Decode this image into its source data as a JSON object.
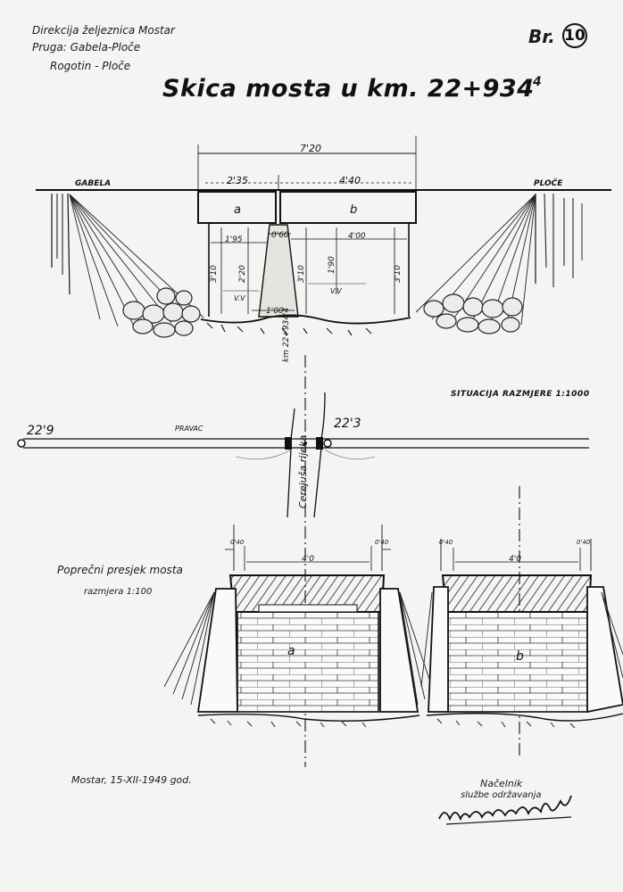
{
  "header": {
    "line1": "Direkcija željeznica Mostar",
    "line2": "Pruga: Gabela-Ploče",
    "line3": "Rogotin - Ploče"
  },
  "number": {
    "prefix": "Br.",
    "value": "10"
  },
  "title": "Skica mosta u km. 22+934",
  "title_suffix": "4",
  "elevation": {
    "left_label": "GABELA",
    "right_label": "PLOČE",
    "dim_total": "7'20",
    "dim_a": "2'35",
    "dim_b": "4'40",
    "span_a": "a",
    "span_b": "b",
    "h_left": "3'10",
    "w_195": "1'95",
    "h_220": "2'20",
    "w_060": "0'60",
    "h_mid": "3'10",
    "h_190": "1'90",
    "w_400": "4'00",
    "h_right": "3'10",
    "base_100": "1'00",
    "vv_left": "V.V",
    "vv_right": "V.V"
  },
  "situation": {
    "title": "SITUACIJA RAZMJERE 1:1000",
    "left_km": "22'9",
    "right_km": "22'3",
    "direction": "PRAVAC",
    "axis_label": "km 22+934'4",
    "river": "Cerejuša rijeka"
  },
  "section": {
    "title": "Poprečni presjek mosta",
    "scale": "razmjera 1:100",
    "left_width": "4'0",
    "right_width": "4'0",
    "offset_left_a": "0'40",
    "offset_right_a": "0'40",
    "offset_left_b": "0'40",
    "offset_right_b": "0'40",
    "label_a": "a",
    "label_b": "b"
  },
  "footer": {
    "place_date": "Mostar, 15-XII-1949 god.",
    "signer_line1": "Načelnik",
    "signer_line2": "službe održavanja"
  }
}
